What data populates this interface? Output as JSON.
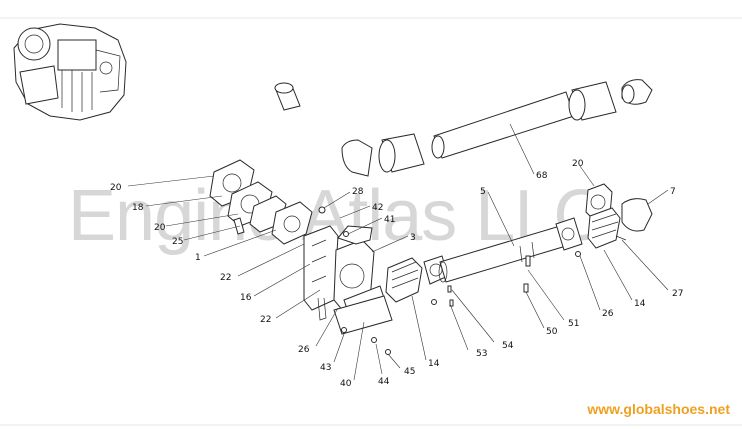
{
  "watermark": "Engine Atlas LLC",
  "site_label": "www.globalshoes.net",
  "callouts": {
    "c20a": "20",
    "c18": "18",
    "c20b": "20",
    "c25": "25",
    "c1": "1",
    "c28": "28",
    "c42": "42",
    "c41": "41",
    "c3": "3",
    "c22a": "22",
    "c16": "16",
    "c22b": "22",
    "c26a": "26",
    "c43": "43",
    "c40": "40",
    "c44": "44",
    "c45": "45",
    "c14a": "14",
    "c53": "53",
    "c54": "54",
    "c68": "68",
    "c5": "5",
    "c20c": "20",
    "c7": "7",
    "c50": "50",
    "c51": "51",
    "c26b": "26",
    "c14b": "14",
    "c27": "27"
  },
  "colors": {
    "watermark": "#d7d7d7",
    "site_label": "#f0a020",
    "line": "#2a2a2a"
  }
}
